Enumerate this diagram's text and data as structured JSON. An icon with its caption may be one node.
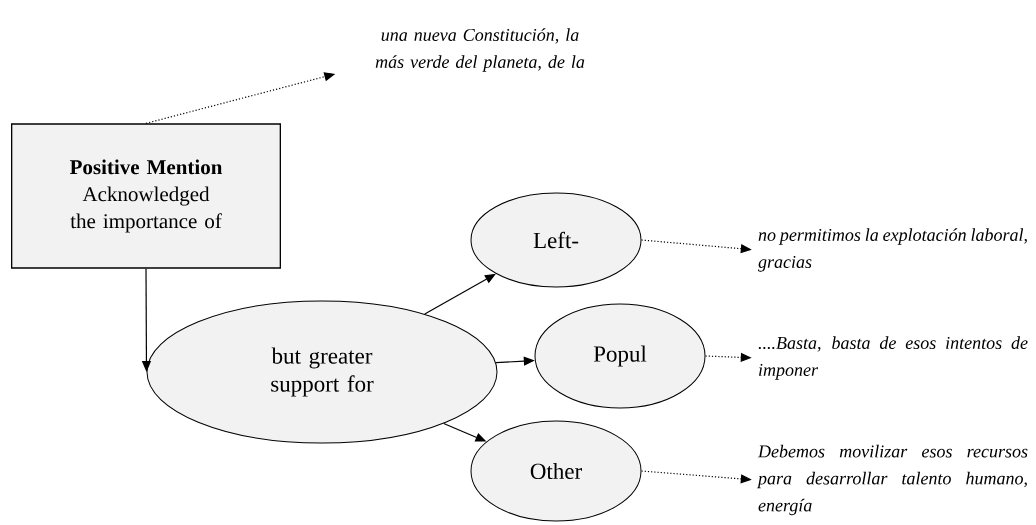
{
  "diagram": {
    "nodes": [
      {
        "text": [
          "Positive Mention",
          "Acknowledged the importance of"
        ]
      },
      {
        "text": [
          "but greater support for"
        ]
      },
      {
        "text": [
          "Left-"
        ]
      },
      {
        "text": [
          "Popul"
        ]
      },
      {
        "text": [
          "Other"
        ]
      },
      {
        "text": [
          "una nueva Constitución, la más verde del planeta, de la"
        ]
      },
      {
        "text": [
          "no permitimos la explotación laboral, gracias"
        ]
      },
      {
        "text": [
          "....Basta, basta de esos intentos de imponer"
        ]
      },
      {
        "text": [
          "Debemos movilizar esos recursos para desarrollar talento humano, energía"
        ]
      }
    ],
    "edges": [
      {
        "from": 0,
        "to": 5,
        "arrow": "to",
        "style": "dashed"
      },
      {
        "from": 0,
        "to": 1,
        "arrow": "to"
      },
      {
        "from": 1,
        "to": 2,
        "arrow": "to"
      },
      {
        "from": 1,
        "to": 3,
        "arrow": "to"
      },
      {
        "from": 1,
        "to": 4,
        "arrow": "to"
      },
      {
        "from": 2,
        "to": 6,
        "arrow": "to",
        "style": "dashed"
      },
      {
        "from": 3,
        "to": 7,
        "arrow": "to",
        "style": "dashed"
      },
      {
        "from": 4,
        "to": 8,
        "arrow": "to",
        "style": "dashed"
      }
    ]
  }
}
